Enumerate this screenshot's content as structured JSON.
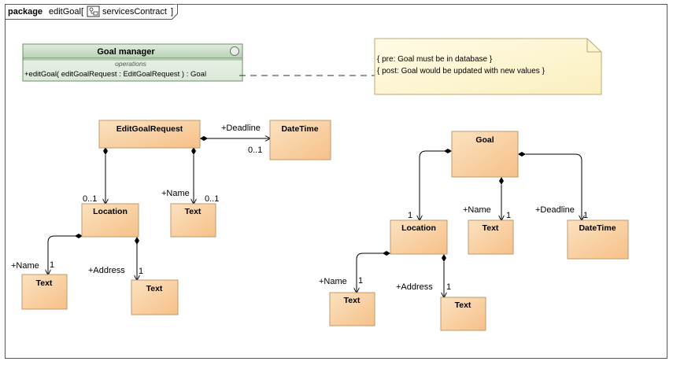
{
  "frame": {
    "keyword": "package",
    "name": "editGoal",
    "bracket_open": "[",
    "diagram_name": "servicesContract",
    "bracket_close": "]",
    "diagram_icon": "class-diagram-icon"
  },
  "goal_manager": {
    "title": "Goal manager",
    "compartment_label": "operations",
    "operation_prefix": "+editGoal( ",
    "operation_param": "editGoalRequest",
    "operation_suffix": " : EditGoalRequest ) : Goal"
  },
  "note": {
    "line1": "{ pre: Goal must be in database }",
    "line2": "{ post: Goal would be updated with new values }"
  },
  "left": {
    "request_class": "EditGoalRequest",
    "datetime_class": "DateTime",
    "location_class": "Location",
    "text_class": "Text",
    "text_name_class": "Text",
    "text_address_class": "Text",
    "deadline_role": "+Deadline",
    "deadline_mult": "0..1",
    "location_mult": "0..1",
    "name_role_top": "+Name",
    "name_mult_top": "0..1",
    "name_role": "+Name",
    "name_mult": "1",
    "address_role": "+Address",
    "address_mult": "1"
  },
  "right": {
    "goal_class": "Goal",
    "location_class": "Location",
    "text_class": "Text",
    "datetime_class": "DateTime",
    "text_name_class": "Text",
    "text_address_class": "Text",
    "location_mult": "1",
    "name_role_top": "+Name",
    "name_mult_top": "1",
    "deadline_role": "+Deadline",
    "deadline_mult": "1",
    "name_role": "+Name",
    "name_mult": "1",
    "address_role": "+Address",
    "address_mult": "1"
  }
}
